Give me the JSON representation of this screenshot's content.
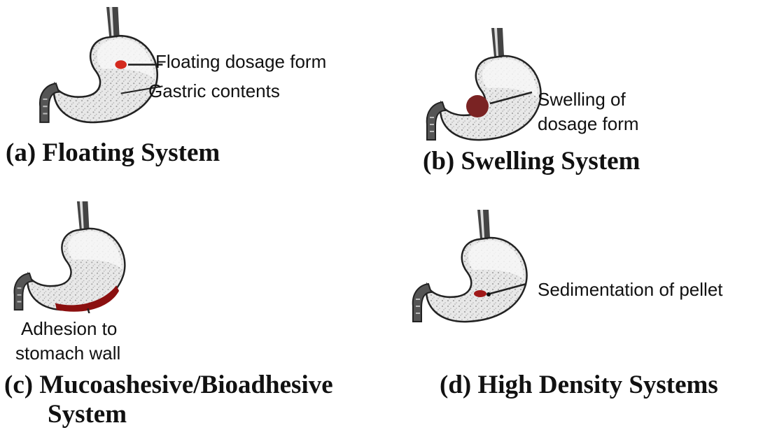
{
  "panels": [
    {
      "caption": "(a) Floating System",
      "labels": [
        "Floating dosage form",
        "Gastric contents"
      ]
    },
    {
      "caption": "(b) Swelling System",
      "labels": [
        "Swelling of",
        "dosage form"
      ]
    },
    {
      "caption": "(c) Mucoashesive/Bioadhesive",
      "caption2": "System",
      "labels": [
        "Adhesion to",
        "stomach wall"
      ]
    },
    {
      "caption": "(d) High Density Systems",
      "labels": [
        "Sedimentation of pellet"
      ]
    }
  ],
  "colors": {
    "dosage_red": "#d42a1e",
    "swollen": "#7a2323",
    "adhesion": "#8b1010",
    "pellet": "#a01818",
    "outline": "#222222",
    "contents": "#d9d9d9"
  }
}
